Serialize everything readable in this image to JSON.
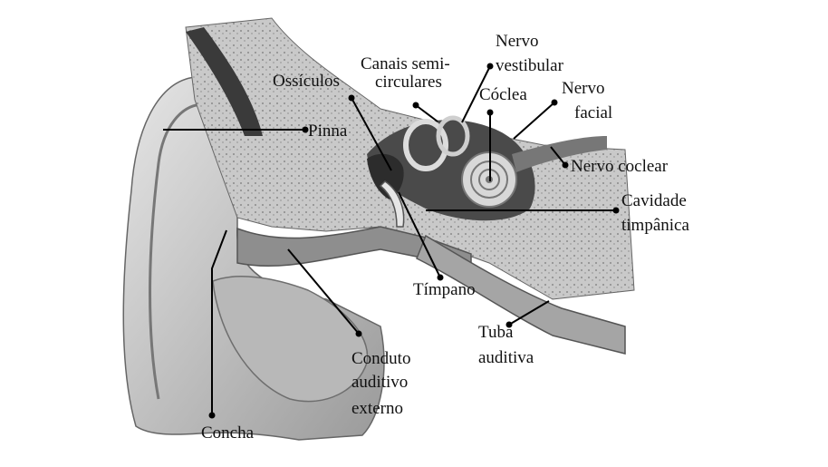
{
  "labels": {
    "pinna": "Pinna",
    "ossiculos": "Ossículos",
    "canais_1": "Canais semi-",
    "canais_2": "circulares",
    "nervo_vest_1": "Nervo",
    "nervo_vest_2": "vestibular",
    "coclea": "Cóclea",
    "nervo_facial_1": "Nervo",
    "nervo_facial_2": "facial",
    "nervo_coclear": "Nervo coclear",
    "cavidade_1": "Cavidade",
    "cavidade_2": "timpânica",
    "timpano": "Tímpano",
    "tuba_1": "Tuba",
    "tuba_2": "auditiva",
    "conduto_1": "Conduto",
    "conduto_2": "auditivo",
    "conduto_3": "externo",
    "concha": "Concha"
  }
}
